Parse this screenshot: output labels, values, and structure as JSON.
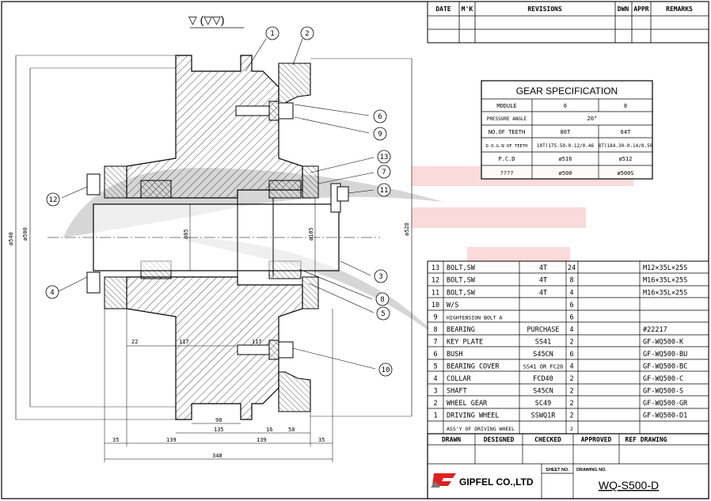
{
  "surface_symbol": "▽ (▽▽)",
  "revision_header": [
    "DATE",
    "M'K",
    "REVISIONS",
    "DWN",
    "APPR",
    "REMARKS"
  ],
  "gear_spec": {
    "title": "GEAR SPECIFICATION",
    "rows": [
      {
        "label": "MODULE",
        "a": "6",
        "b": "8"
      },
      {
        "label": "PRESSURE ANGLE",
        "span": "20°"
      },
      {
        "label": "NO.OF TEETH",
        "a": "86T",
        "b": "64T"
      },
      {
        "label": "D.O.G.N OF TEETH",
        "a": "10T)175.50-0.12/0.46",
        "b": "8T)184.30-0.14/0.50"
      },
      {
        "label": "P.C.D",
        "a": "ø516",
        "b": "ø512"
      },
      {
        "label": "????",
        "a": "ø500",
        "b": "ø500S"
      }
    ]
  },
  "dimensions": {
    "d540": "ø540",
    "d500": "ø500",
    "d528": "ø528",
    "d85": "ø85",
    "d105": "ø105",
    "w22": "22",
    "w117": "117",
    "w117b": "117",
    "w90": "90",
    "w135": "135",
    "w16": "16",
    "w50": "50",
    "w35l": "35",
    "w139l": "139",
    "w139r": "139",
    "w35r": "35",
    "w348": "348"
  },
  "balloons": [
    "1",
    "2",
    "6",
    "9",
    "13",
    "7",
    "11",
    "12",
    "3",
    "4",
    "8",
    "5",
    "10"
  ],
  "bom": {
    "rows": [
      {
        "no": "13",
        "name": "BOLT,SW",
        "mat": "4T",
        "qty": "24",
        "remark": "M12×35L×25S"
      },
      {
        "no": "12",
        "name": "BOLT,SW",
        "mat": "4T",
        "qty": "8",
        "remark": "M16×35L×25S"
      },
      {
        "no": "11",
        "name": "BOLT,SW",
        "mat": "4T",
        "qty": "4",
        "remark": "M16×35L×25S"
      },
      {
        "no": "10",
        "name": "W/S",
        "mat": "",
        "qty": "6",
        "remark": ""
      },
      {
        "no": "9",
        "name": "HIGHTENSION BOLT A",
        "mat": "",
        "qty": "6",
        "remark": ""
      },
      {
        "no": "8",
        "name": "BEARING",
        "mat": "PURCHASE",
        "qty": "4",
        "remark": "#22217"
      },
      {
        "no": "7",
        "name": "KEY PLATE",
        "mat": "SS41",
        "qty": "2",
        "remark": "GF-WQ500-K"
      },
      {
        "no": "6",
        "name": "BUSH",
        "mat": "S45CN",
        "qty": "6",
        "remark": "GF-WQ500-BU"
      },
      {
        "no": "5",
        "name": "BEARING COVER",
        "mat": "SS41 OR FC20",
        "qty": "4",
        "remark": "GF-WQ500-BC"
      },
      {
        "no": "4",
        "name": "COLLAR",
        "mat": "FCD40",
        "qty": "2",
        "remark": "GF-WQ500-C"
      },
      {
        "no": "3",
        "name": "SHAFT",
        "mat": "S45CN",
        "qty": "2",
        "remark": "GF-WQ500-S"
      },
      {
        "no": "2",
        "name": "WHEEL GEAR",
        "mat": "SC49",
        "qty": "2",
        "remark": "GF-WQ500-GR"
      },
      {
        "no": "1",
        "name": "DRIVING WHEEL",
        "mat": "SSWQ1R",
        "qty": "2",
        "remark": "GF-WQ500-D1"
      },
      {
        "no": "",
        "name": "ASS'Y OF DRIVING WHEEL",
        "mat": "",
        "qty": "2",
        "remark": ""
      }
    ]
  },
  "title_block": {
    "drawn": "DRAWN",
    "designed": "DESIGNED",
    "checked": "CHECKED",
    "approved": "APPROVED",
    "ref": "REF DRAWING",
    "sheet_no": "SHEET NO.",
    "drawing_no_label": "DRAWING NO.",
    "company": "GIPFEL CO.,LTD",
    "drawing_no": "WQ-S500-D"
  },
  "colors": {
    "accent": "#f4b6b6",
    "line": "#000000",
    "gray": "#bdbdbd"
  }
}
